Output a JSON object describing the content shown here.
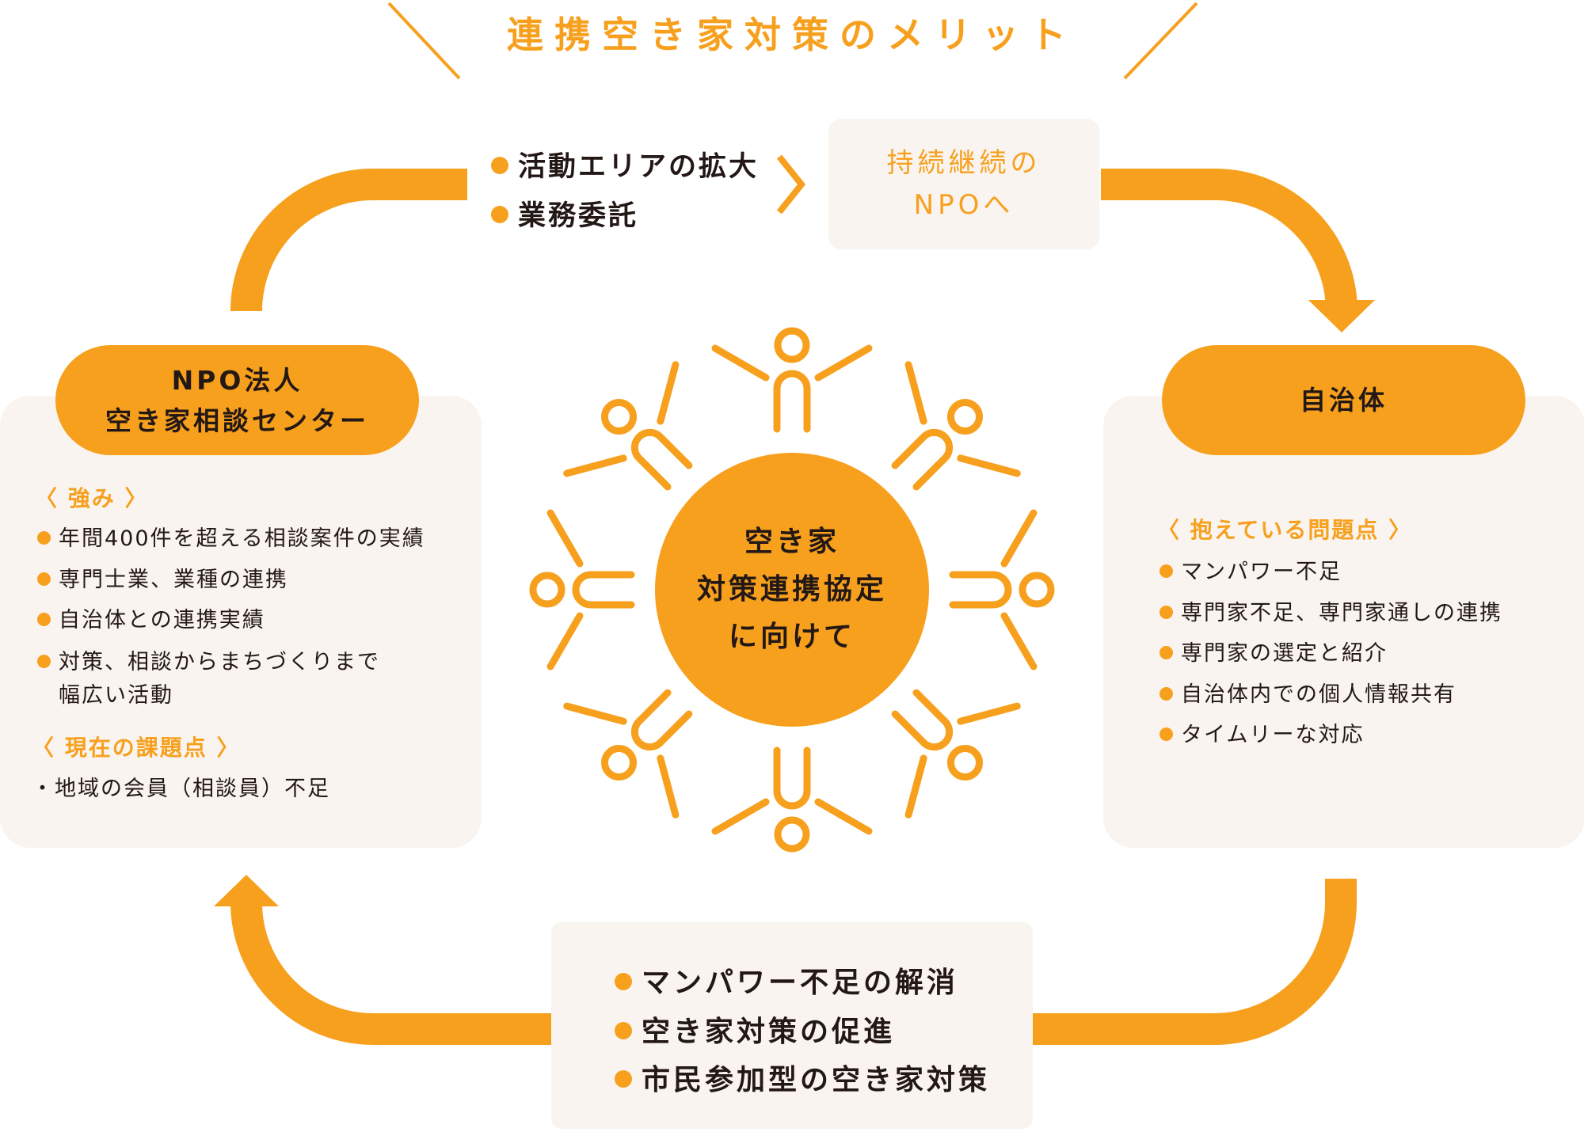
{
  "title": "連携空き家対策のメリット",
  "colors": {
    "accent": "#f7a01e",
    "panel_bg": "#f9f4ef",
    "text": "#231815"
  },
  "top": {
    "items": [
      "活動エリアの拡大",
      "業務委託"
    ],
    "result_lines": [
      "持続継続の",
      "NPOへ"
    ]
  },
  "npo": {
    "title_lines": [
      "NPO法人",
      "空き家相談センター"
    ],
    "strengths_heading": "〈 強み 〉",
    "strengths": [
      "年間400件を超える相談案件の実績",
      "専門士業、業種の連携",
      "自治体との連携実績",
      "対策、相談からまちづくりまで",
      "幅広い活動"
    ],
    "issues_heading": "〈 現在の課題点 〉",
    "issues": [
      "・地域の会員（相談員）不足"
    ]
  },
  "municipality": {
    "title": "自治体",
    "issues_heading": "〈 抱えている問題点 〉",
    "issues": [
      "マンパワー不足",
      "専門家不足、専門家通しの連携",
      "専門家の選定と紹介",
      "自治体内での個人情報共有",
      "タイムリーな対応"
    ]
  },
  "center": {
    "lines": [
      "空き家",
      "対策連携協定",
      "に向けて"
    ]
  },
  "bottom": {
    "items": [
      "マンパワー不足の解消",
      "空き家対策の促進",
      "市民参加型の空き家対策"
    ]
  }
}
